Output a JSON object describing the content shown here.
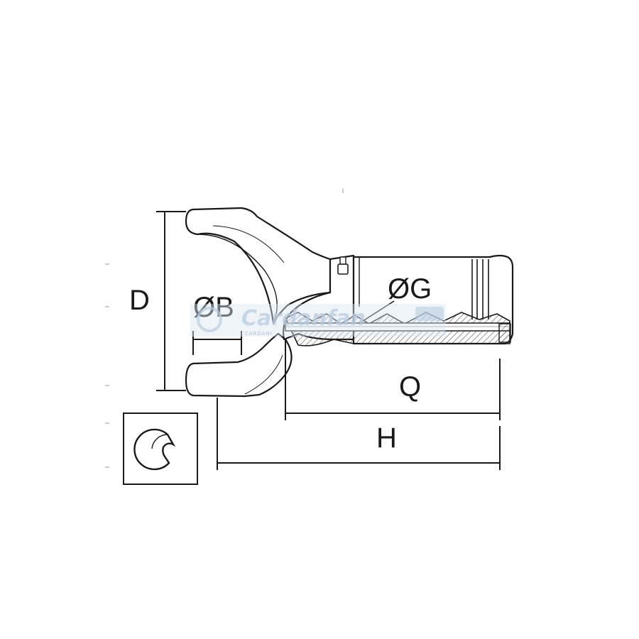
{
  "dimensions": {
    "d": "D",
    "b": "ØB",
    "g": "ØG",
    "q": "Q",
    "h": "H"
  },
  "watermark": {
    "brand": "Cardanfan",
    "tagline": "CARDANI"
  },
  "icons": {
    "profile": "c-profile-icon"
  },
  "colors": {
    "line": "#1a1a1a",
    "hatch": "#555555",
    "watermark": "#b9cde0",
    "background": "#ffffff"
  }
}
